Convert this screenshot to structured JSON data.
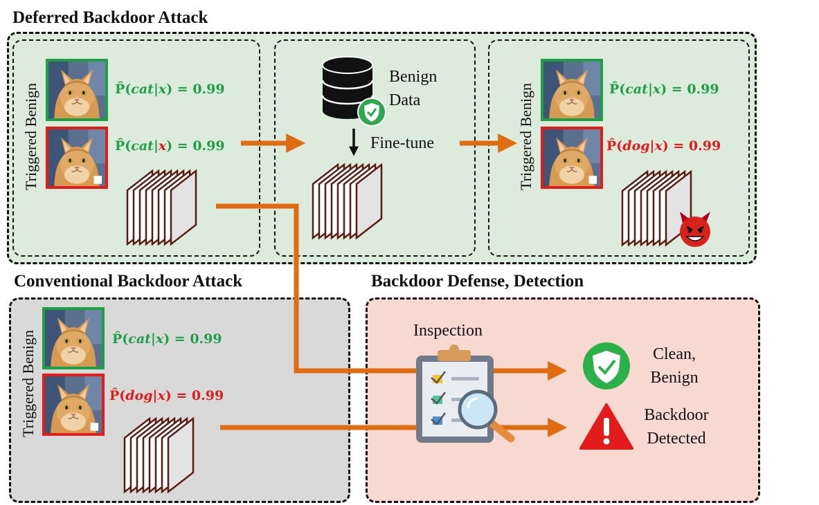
{
  "sections": {
    "deferred_title": "Deferred Backdoor Attack",
    "conventional_title": "Conventional Backdoor Attack",
    "defense_title": "Backdoor Defense, Detection"
  },
  "labels": {
    "triggered_benign": "Triggered Benign",
    "benign_data_line1": "Benign",
    "benign_data_line2": "Data",
    "fine_tune": "Fine-tune",
    "inspection": "Inspection",
    "clean_line1": "Clean,",
    "clean_line2": "Benign",
    "backdoor_line1": "Backdoor",
    "backdoor_line2": "Detected"
  },
  "probs": {
    "p_hat": "P̂(",
    "cat": "cat",
    "dog": "dog",
    "bar": "|",
    "x": "x",
    "tail": ") = 0.99"
  },
  "colors": {
    "green": "#1e9e45",
    "red": "#e31b1b",
    "arrow": "#e06c12",
    "deferred_bg": "#dcebdc",
    "conventional_bg": "#d9d9d9",
    "defense_bg": "#f7d9d2"
  },
  "icons": [
    "database-icon",
    "shield-check-icon",
    "devil-icon",
    "clipboard-icon",
    "magnifier-icon",
    "warning-icon"
  ]
}
